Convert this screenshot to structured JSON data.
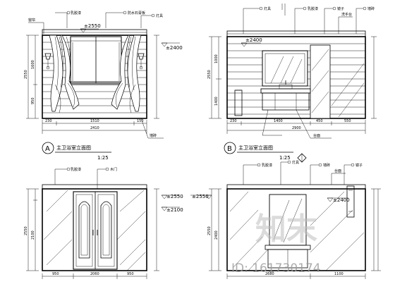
{
  "panels": {
    "a": {
      "label_letter": "A",
      "title": "主卫浴室立面图",
      "scale": "1:25",
      "level_top": "±2550",
      "level_right": "±2400",
      "dims_vertical": [
        "2550",
        "1600",
        "950"
      ],
      "dims_bottom": [
        "230",
        "1510",
        "150"
      ],
      "dim_total": "2410",
      "callouts": [
        "乳胶漆",
        "防水石膏板",
        "灯具",
        "窗帘",
        "墙砖"
      ]
    },
    "b": {
      "label_letter": "B",
      "title": "主卫浴室立面图",
      "scale": "1:25",
      "level_top": "±2400",
      "dims_vertical": [
        "2550",
        "1000",
        "1400"
      ],
      "dims_bottom": [
        "230",
        "1400",
        "450",
        "550"
      ],
      "dim_total": "2900",
      "callouts": [
        "灯具",
        "乳胶漆",
        "镜子",
        "墙砖",
        "洗手台",
        "台面"
      ]
    },
    "c": {
      "level_top": "±2550",
      "level_mid": "±2100",
      "dims_vertical": [
        "2550",
        "2100"
      ],
      "dims_bottom": [
        "950",
        "2060",
        "950"
      ],
      "callouts": [
        "乳胶漆",
        "木门"
      ]
    },
    "d": {
      "level_left": "±2550",
      "level_mid": "±2400",
      "dims_vertical": [
        "2550",
        "2400"
      ],
      "dims_bottom": [
        "2680",
        "1100"
      ],
      "callouts": [
        "乳胶漆",
        "灯具",
        "墙砖",
        "镜子",
        "台面"
      ]
    }
  },
  "watermark": {
    "text": "知末",
    "id": "ID: 161730174"
  }
}
